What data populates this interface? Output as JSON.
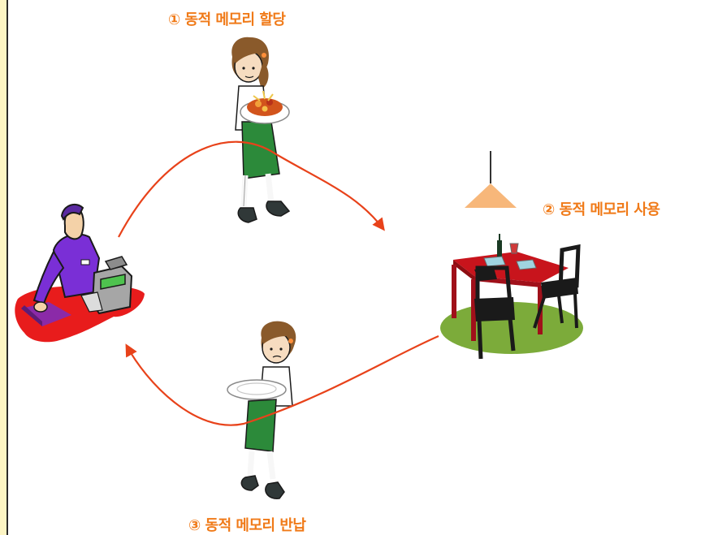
{
  "steps": {
    "allocate": "① 동적 메모리 할당",
    "use": "② 동적 메모리 사용",
    "free": "③ 동적 메모리 반납"
  },
  "colors": {
    "arrow": "#e8421a",
    "label": "#f07a18",
    "rail": "#fdf5c4"
  }
}
